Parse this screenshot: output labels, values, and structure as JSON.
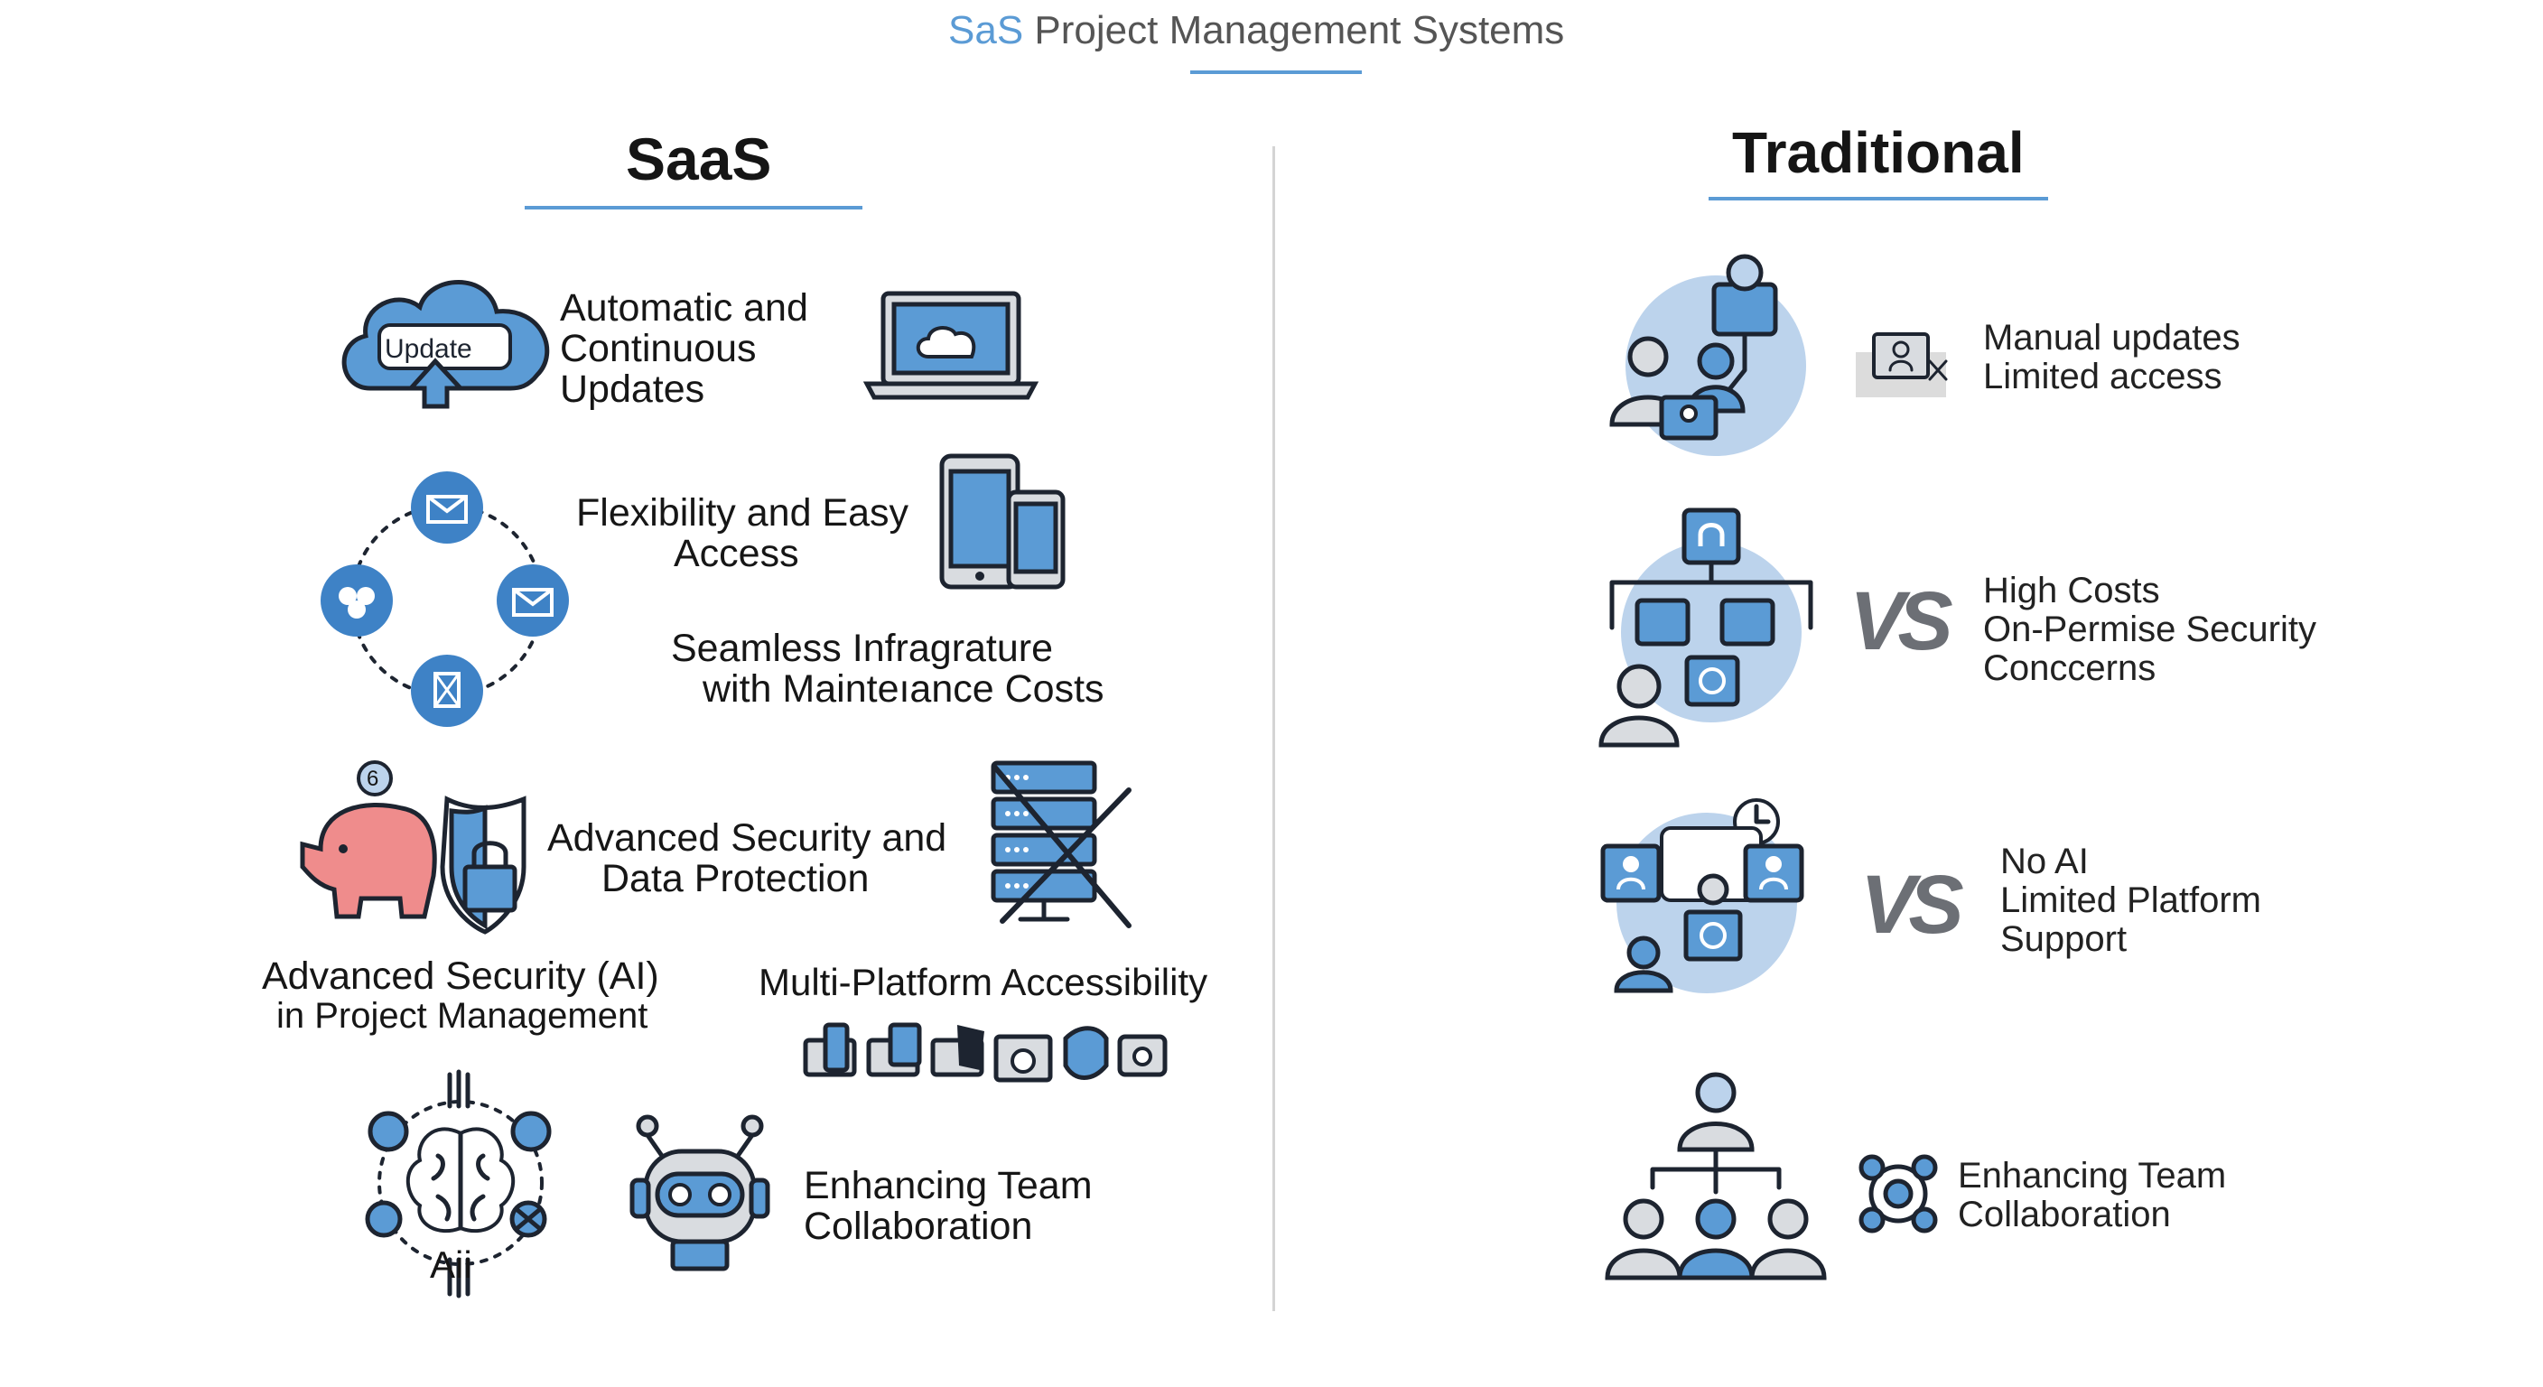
{
  "header": {
    "title_prefix": "SaS",
    "title_rest": " Project Management Systems",
    "accent_color": "#5b9bd5"
  },
  "saas": {
    "heading": "SaaS",
    "cloud_tag": "Update",
    "feature_updates": [
      "Automatic and",
      "Continuous",
      "Updates"
    ],
    "feature_flex": [
      "Flexibility and Easy",
      "Access"
    ],
    "feature_seamless": [
      "Seamless Infragrature",
      "with Mainteıance Costs"
    ],
    "feature_security": [
      "Advanced Security and",
      "Data Protection"
    ],
    "feature_ai": [
      "Advanced Security (AI)",
      "in Project Management"
    ],
    "feature_multi": "Multi-Platform Accessibility",
    "feature_collab": [
      "Enhancing Team",
      "Collaboration"
    ],
    "ai_tag": "Aii",
    "coin_tag": "6"
  },
  "traditional": {
    "heading": "Traditional",
    "vs_label": "VS",
    "row1": [
      "Manual updates",
      "Limited access"
    ],
    "row2": [
      "High Costs",
      "On-Permise Security",
      "Conccerns"
    ],
    "row3": [
      "No AI",
      "Limited Platform",
      "Support"
    ],
    "row4": [
      "Enhancing Team",
      "Collaboration"
    ]
  }
}
